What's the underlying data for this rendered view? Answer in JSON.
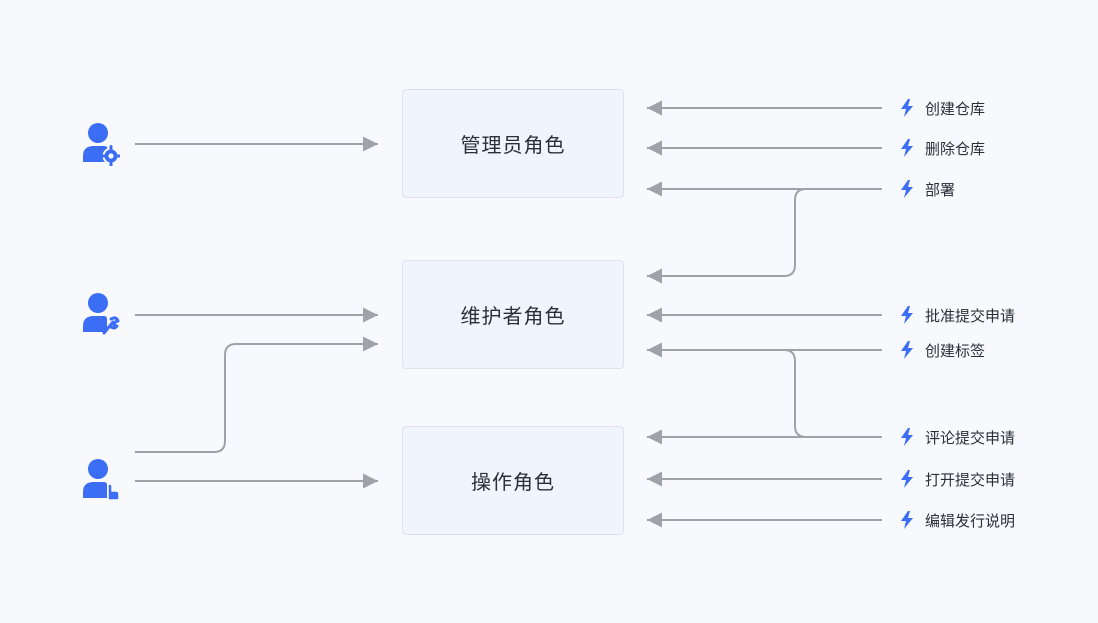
{
  "colors": {
    "accent": "#3b6ef5",
    "arrow": "#9ea3aa",
    "box_fill": "#f0f4fc",
    "box_border": "#dbe3f1"
  },
  "roles": [
    {
      "id": "admin",
      "label": "管理员角色"
    },
    {
      "id": "maintainer",
      "label": "维护者角色"
    },
    {
      "id": "operator",
      "label": "操作角色"
    }
  ],
  "users": [
    {
      "id": "admin-user",
      "badge_icon": "gear-icon"
    },
    {
      "id": "maintainer-user",
      "badge_icon": "wrench-icon"
    },
    {
      "id": "operator-user",
      "badge_icon": "pointer-hand-icon"
    }
  ],
  "permissions": [
    {
      "label": "创建仓库",
      "icon": "lightning-icon"
    },
    {
      "label": "删除仓库",
      "icon": "lightning-icon"
    },
    {
      "label": "部署",
      "icon": "lightning-icon"
    },
    {
      "label": "批准提交申请",
      "icon": "lightning-icon"
    },
    {
      "label": "创建标签",
      "icon": "lightning-icon"
    },
    {
      "label": "评论提交申请",
      "icon": "lightning-icon"
    },
    {
      "label": "打开提交申请",
      "icon": "lightning-icon"
    },
    {
      "label": "编辑发行说明",
      "icon": "lightning-icon"
    }
  ]
}
